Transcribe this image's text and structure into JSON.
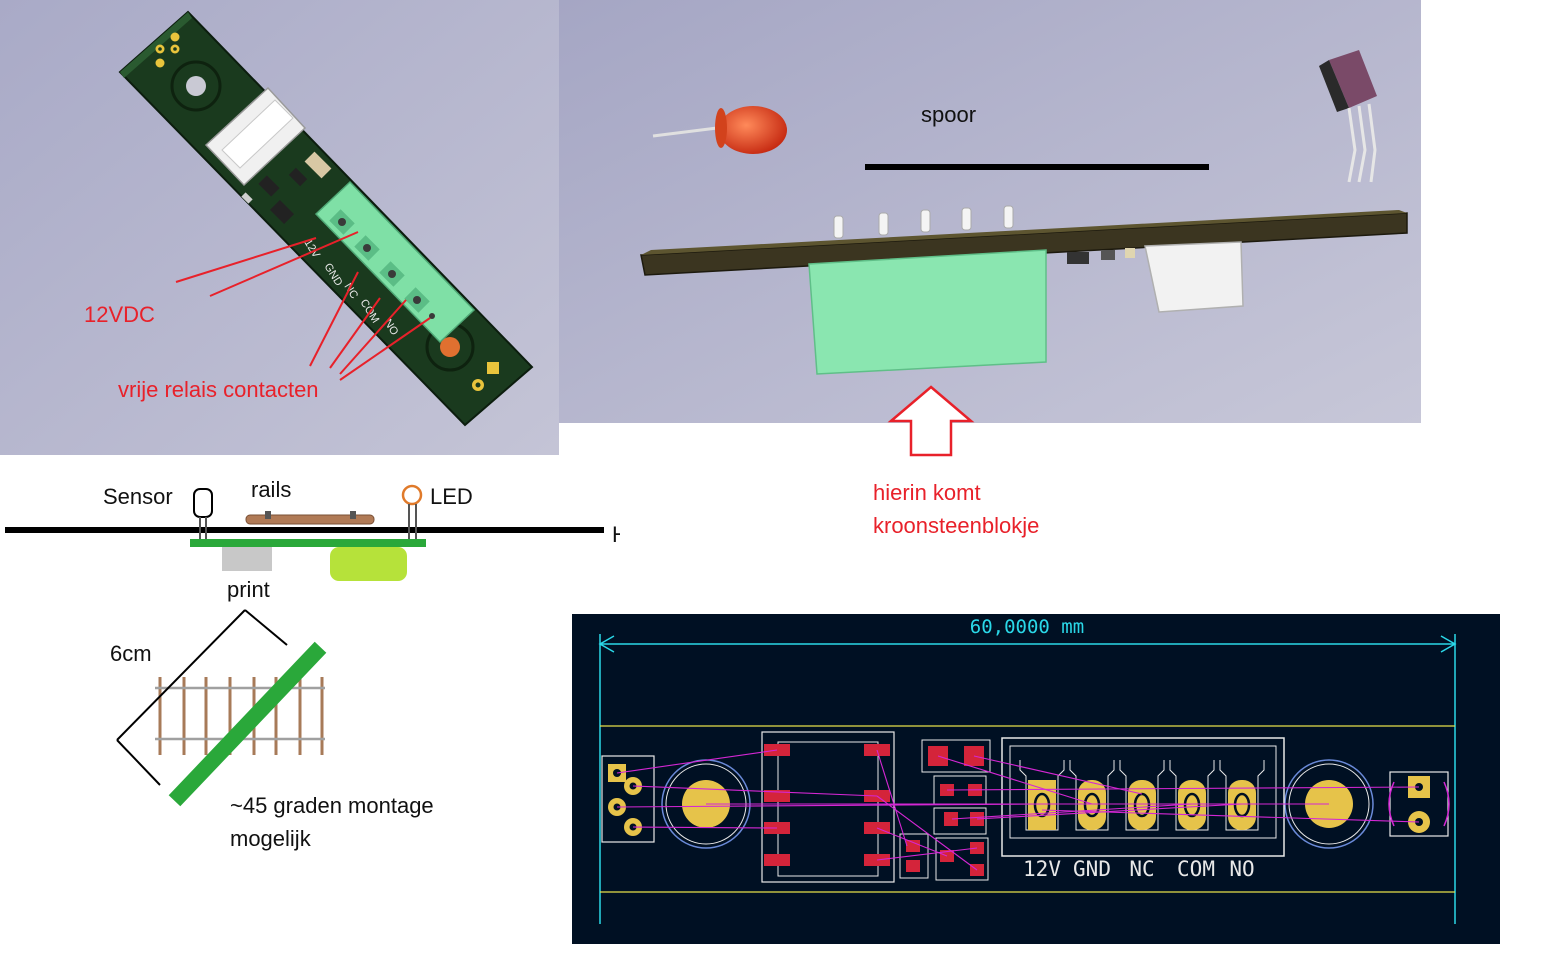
{
  "board3d": {
    "label_12vdc": "12VDC",
    "label_contacts": "vrije relais contacten",
    "silk": [
      "12V",
      "GND",
      "NC",
      "COM",
      "NO"
    ]
  },
  "side": {
    "label_track": "spoor",
    "label_block_1": "hierin komt",
    "label_block_2": "kroonsteenblokje"
  },
  "sketch": {
    "sensor": "Sensor",
    "rails": "rails",
    "led": "LED",
    "wood": "HOUT",
    "print": "print",
    "length": "6cm",
    "mount_1": "~45 graden montage",
    "mount_2": "mogelijk"
  },
  "cad": {
    "dimension": "60,0000 mm",
    "pins": [
      "12V",
      "GND",
      "NC",
      "COM",
      "NO"
    ],
    "colors": {
      "background": "#001023",
      "pad": "#e6c34a",
      "smd": "#d4243a",
      "outline": "#2ad8e8",
      "ratsnest": "#d427d4",
      "silk": "#e8e8e8"
    }
  }
}
